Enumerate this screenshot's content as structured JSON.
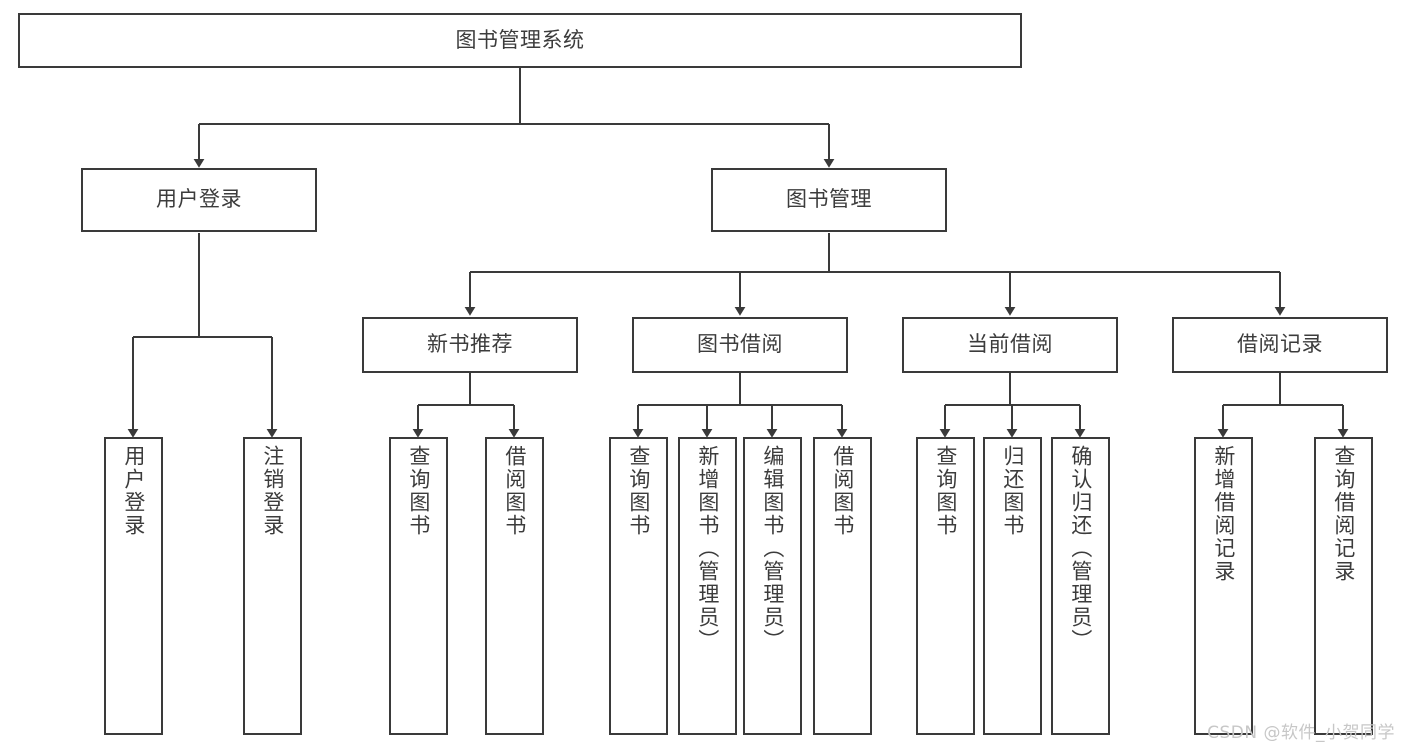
{
  "diagram": {
    "title": "图书管理系统",
    "type": "tree-hierarchy-chart",
    "orientation": "top-down",
    "line_color": "#3a3a3a",
    "box_fill": "#ffffff",
    "text_color": "#3c3c3c"
  },
  "nodes": {
    "root": {
      "label": "图书管理系统"
    },
    "level2": [
      {
        "label": "用户登录"
      },
      {
        "label": "图书管理"
      }
    ],
    "level3": [
      {
        "label": "新书推荐"
      },
      {
        "label": "图书借阅"
      },
      {
        "label": "当前借阅"
      },
      {
        "label": "借阅记录"
      }
    ],
    "leaves": {
      "user_login": [
        {
          "label": "用户登录"
        },
        {
          "label": "注销登录"
        }
      ],
      "new_book_recommend": [
        {
          "label": "查询图书"
        },
        {
          "label": "借阅图书"
        }
      ],
      "book_borrow": [
        {
          "label": "查询图书"
        },
        {
          "label": "新增图书（管理员）"
        },
        {
          "label": "编辑图书（管理员）"
        },
        {
          "label": "借阅图书"
        }
      ],
      "current_borrow": [
        {
          "label": "查询图书"
        },
        {
          "label": "归还图书"
        },
        {
          "label": "确认归还（管理员）"
        }
      ],
      "borrow_record": [
        {
          "label": "新增借阅记录"
        },
        {
          "label": "查询借阅记录"
        }
      ]
    }
  },
  "watermark": {
    "text": "CSDN @软件_小贺同学"
  }
}
